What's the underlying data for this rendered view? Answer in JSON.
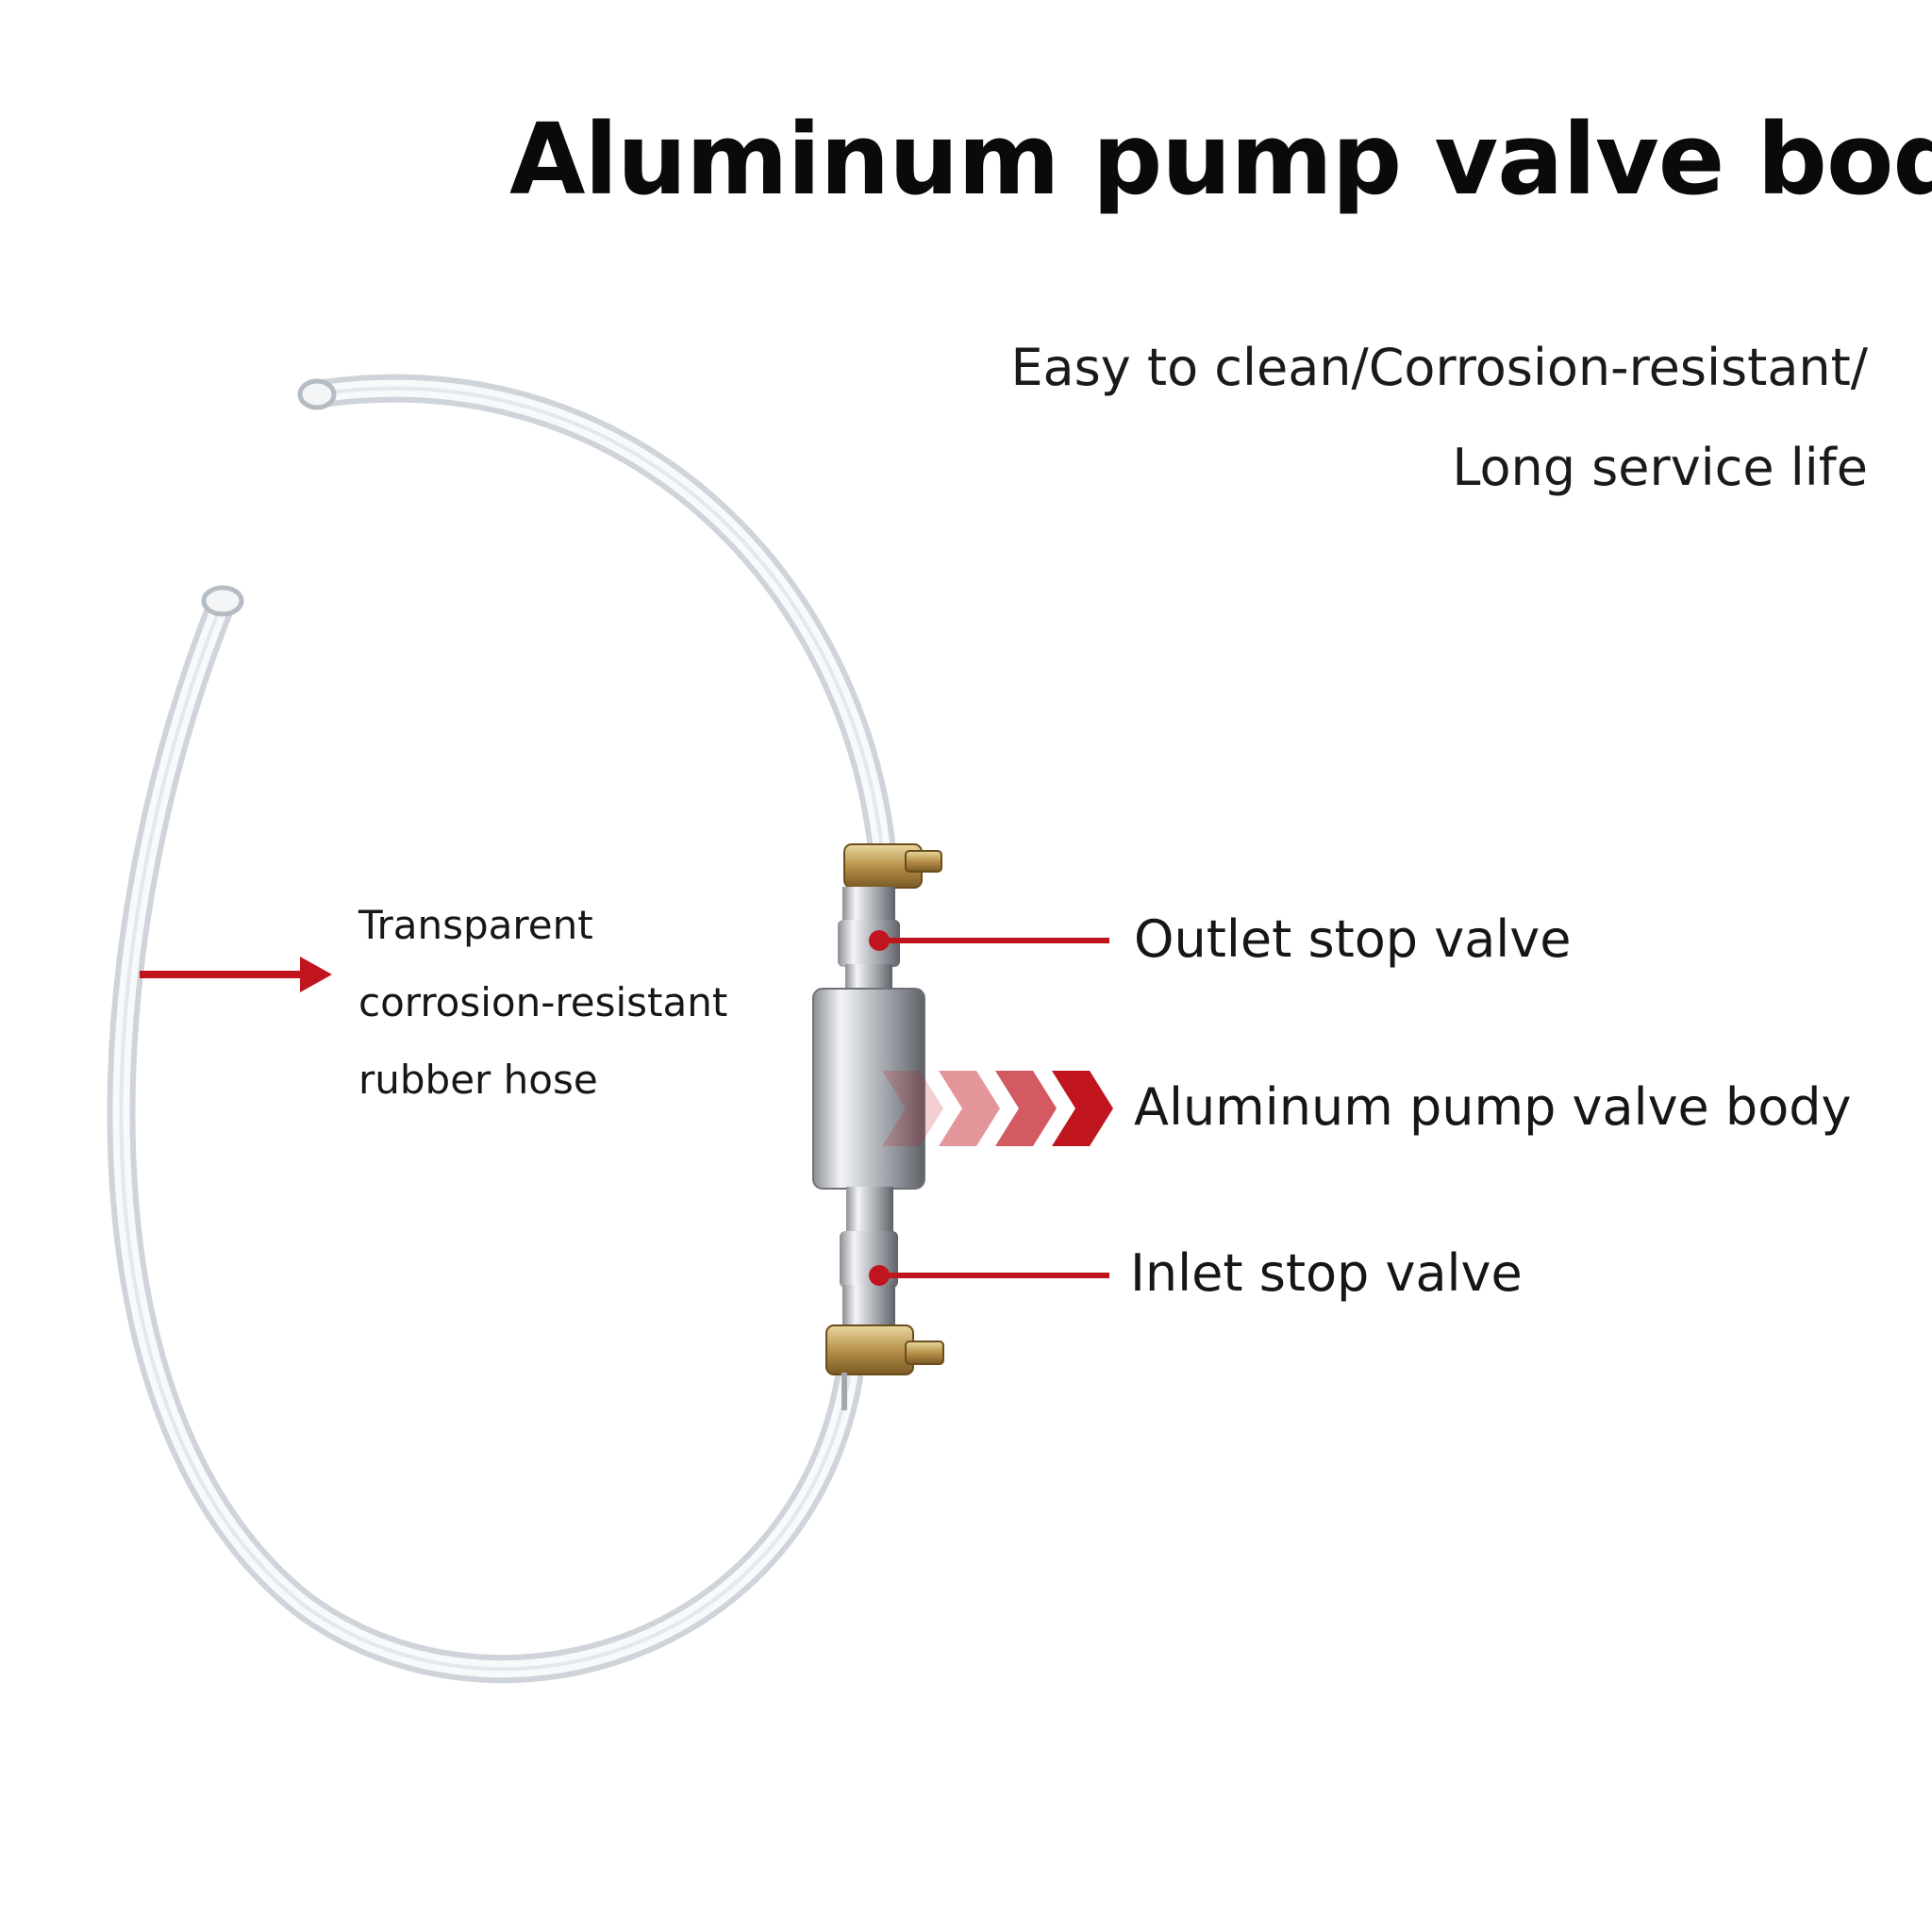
{
  "title": "Aluminum pump valve body",
  "subtitle": {
    "line1": "Easy to clean/Corrosion-resistant/",
    "line2": "Long service life"
  },
  "callouts": {
    "outlet": "Outlet stop valve",
    "body": "Aluminum pump valve body",
    "inlet": "Inlet stop valve",
    "hose": [
      "Transparent",
      "corrosion-resistant",
      "rubber hose"
    ]
  },
  "colors": {
    "accent": "#c0141f",
    "text": "#111111",
    "background": "#ffffff"
  }
}
